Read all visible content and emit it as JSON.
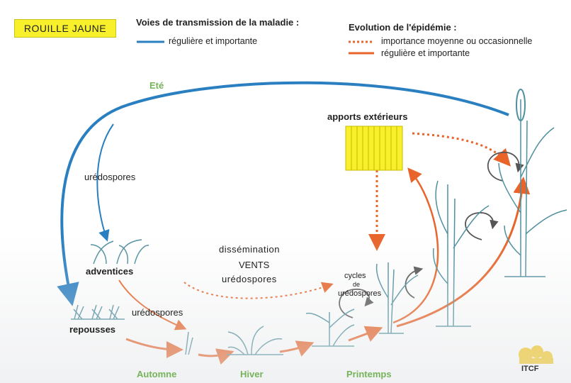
{
  "title": "ROUILLE JAUNE",
  "legend": {
    "transmission_title": "Voies de transmission de la maladie :",
    "transmission_item": "régulière et importante",
    "evolution_title": "Evolution de l'épidémie :",
    "evolution_dotted": "importance moyenne ou occasionnelle",
    "evolution_solid": "régulière et importante"
  },
  "seasons": {
    "summer": "Eté",
    "autumn": "Automne",
    "winter": "Hiver",
    "spring": "Printemps"
  },
  "labels": {
    "uredospores_top": "urédospores",
    "adventices": "adventices",
    "uredospores_mid": "urédospores",
    "repousses": "repousses",
    "dissemination": "dissémination",
    "vents": "VENTS",
    "uredospores_wind": "urédospores",
    "apports": "apports extérieurs",
    "cycles": "cycles",
    "cycles_de": "de",
    "cycles_uredospores": "urédospores"
  },
  "logo": {
    "text": "ITCF"
  },
  "colors": {
    "blue": "#2a7fc1",
    "orange": "#e8642a",
    "yellow": "#f7f02a",
    "green_season": "#76b35a",
    "plant": "#4f8f9e"
  }
}
